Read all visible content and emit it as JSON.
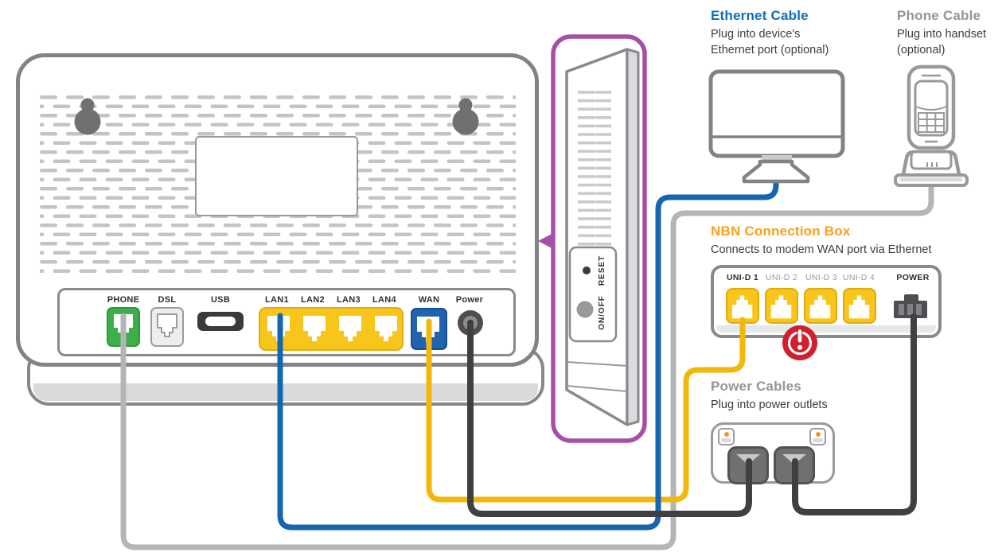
{
  "modem": {
    "ports": {
      "phone": "PHONE",
      "dsl": "DSL",
      "usb": "USB",
      "lan1": "LAN1",
      "lan2": "LAN2",
      "lan3": "LAN3",
      "lan4": "LAN4",
      "wan": "WAN",
      "power": "Power"
    },
    "side_controls": {
      "on_off": "ON/OFF",
      "reset": "RESET"
    }
  },
  "callouts": {
    "ethernet": {
      "title": "Ethernet Cable",
      "line1": "Plug into device's",
      "line2": "Ethernet port (optional)"
    },
    "phone": {
      "title": "Phone Cable",
      "line1": "Plug into handset",
      "line2": "(optional)"
    },
    "nbn": {
      "title": "NBN Connection Box",
      "subtitle": "Connects to modem WAN port via Ethernet",
      "ports": [
        "UNI-D 1",
        "UNI-D 2",
        "UNI-D 3",
        "UNI-D 4"
      ],
      "power": "POWER"
    },
    "power": {
      "title": "Power Cables",
      "subtitle": "Plug into power outlets"
    }
  },
  "colors": {
    "accent_blue": "#0E6EB8",
    "accent_orange": "#F9A01B",
    "accent_purple": "#A74FA7",
    "warning_red": "#D0202E",
    "muted_gray": "#939598",
    "outline_gray": "#87898C",
    "cable_gray": "#B3B5B7",
    "cable_blue": "#1565B0",
    "cable_yellow": "#F2B70A",
    "cable_black": "#404042",
    "port_green": "#3CAE4A",
    "port_yellow": "#F8C51A",
    "port_blue": "#2063AE"
  }
}
